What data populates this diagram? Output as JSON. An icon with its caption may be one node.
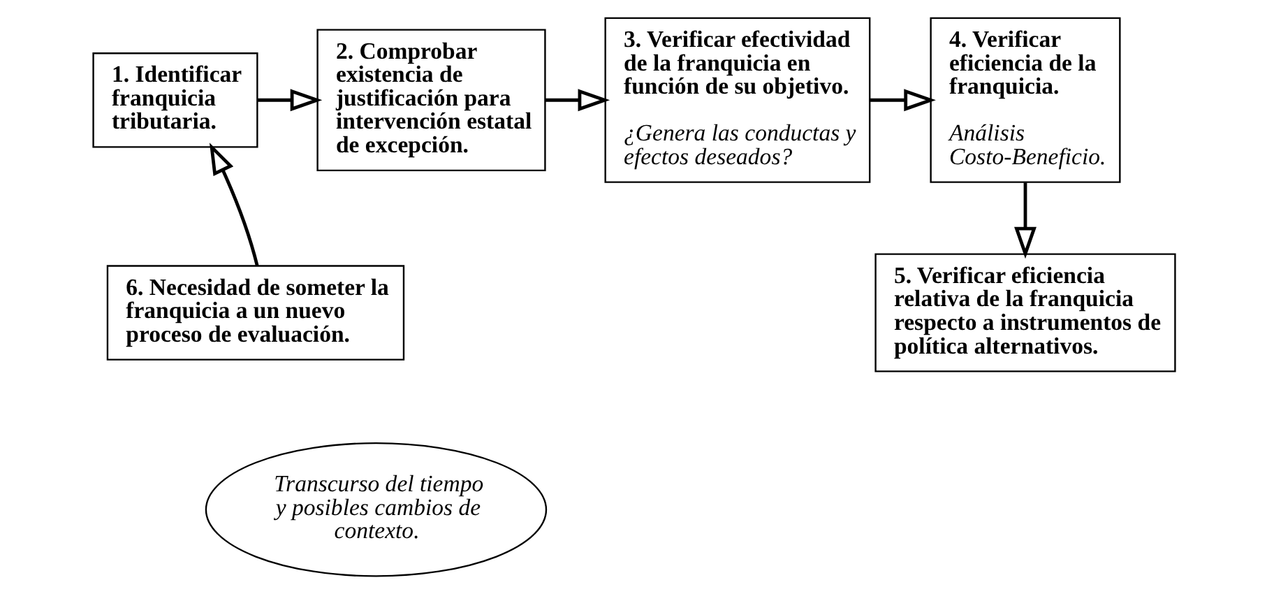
{
  "diagram": {
    "nodes": [
      {
        "text": [
          "1. Identificar franquicia tributaria."
        ]
      },
      {
        "text": [
          "2. Comprobar existencia de justificación para intervención estatal de excepción."
        ]
      },
      {
        "text": [
          "3. Verificar efectividad de la franquicia en función de su objetivo.",
          "¿Genera las conductas y efectos deseados?"
        ]
      },
      {
        "text": [
          "4. Verificar eficiencia de la franquicia.",
          "Análisis Costo-Beneficio."
        ]
      },
      {
        "text": [
          "5. Verificar eficiencia relativa de la franquicia respecto a instrumentos de política alternativos."
        ]
      },
      {
        "text": [
          "6. Necesidad de someter la franquicia a un nuevo proceso de evaluación."
        ]
      },
      {
        "text": [
          "Transcurso del tiempo y posibles cambios de contexto."
        ]
      }
    ],
    "edges": [
      {
        "from": 0,
        "to": 1,
        "arrow": "to"
      },
      {
        "from": 1,
        "to": 2,
        "arrow": "to"
      },
      {
        "from": 2,
        "to": 3,
        "arrow": "to"
      },
      {
        "from": 3,
        "to": 4,
        "arrow": "to"
      },
      {
        "from": 5,
        "to": 0,
        "arrow": "to"
      }
    ]
  }
}
